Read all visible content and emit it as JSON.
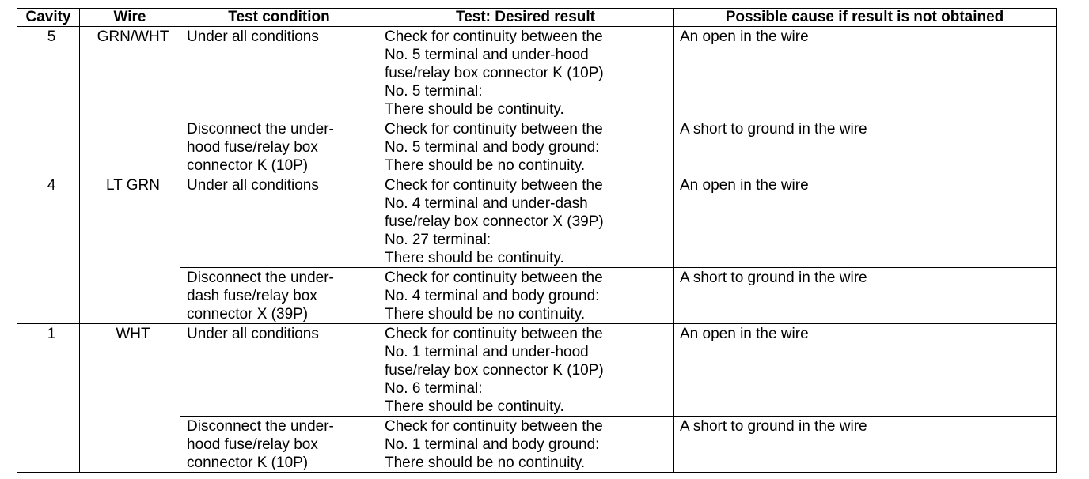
{
  "table": {
    "headers": {
      "cavity": "Cavity",
      "wire": "Wire",
      "test_condition": "Test condition",
      "desired_result": "Test: Desired result",
      "possible_cause": "Possible cause if result is not obtained"
    },
    "rows": [
      {
        "cavity": "5",
        "wire": "GRN/WHT",
        "tests": [
          {
            "condition": "Under all conditions",
            "result": "Check for continuity between the\nNo. 5 terminal and under-hood\nfuse/relay box connector K (10P)\nNo. 5 terminal:\nThere should be continuity.",
            "cause": "An open in the wire"
          },
          {
            "condition": "Disconnect the under-\nhood fuse/relay box\nconnector K (10P)",
            "result": "Check for continuity between the\nNo. 5 terminal and body ground:\nThere should be no continuity.",
            "cause": "A short to ground in the wire"
          }
        ]
      },
      {
        "cavity": "4",
        "wire": "LT GRN",
        "tests": [
          {
            "condition": "Under all conditions",
            "result": "Check for continuity between the\nNo. 4 terminal and under-dash\nfuse/relay box connector X (39P)\nNo. 27 terminal:\nThere should be continuity.",
            "cause": "An open in the wire"
          },
          {
            "condition": "Disconnect the under-\ndash fuse/relay box\nconnector X (39P)",
            "result": "Check for continuity between the\nNo. 4 terminal and body ground:\nThere should be no continuity.",
            "cause": "A short to ground in the wire"
          }
        ]
      },
      {
        "cavity": "1",
        "wire": "WHT",
        "tests": [
          {
            "condition": "Under all conditions",
            "result": "Check for continuity between the\nNo. 1 terminal and under-hood\nfuse/relay box connector K (10P)\nNo. 6 terminal:\nThere should be continuity.",
            "cause": "An open in the wire"
          },
          {
            "condition": "Disconnect the under-\nhood fuse/relay box\nconnector K (10P)",
            "result": "Check for continuity between the\nNo. 1 terminal and body ground:\nThere should be no continuity.",
            "cause": "A short to ground in the wire"
          }
        ]
      }
    ]
  }
}
